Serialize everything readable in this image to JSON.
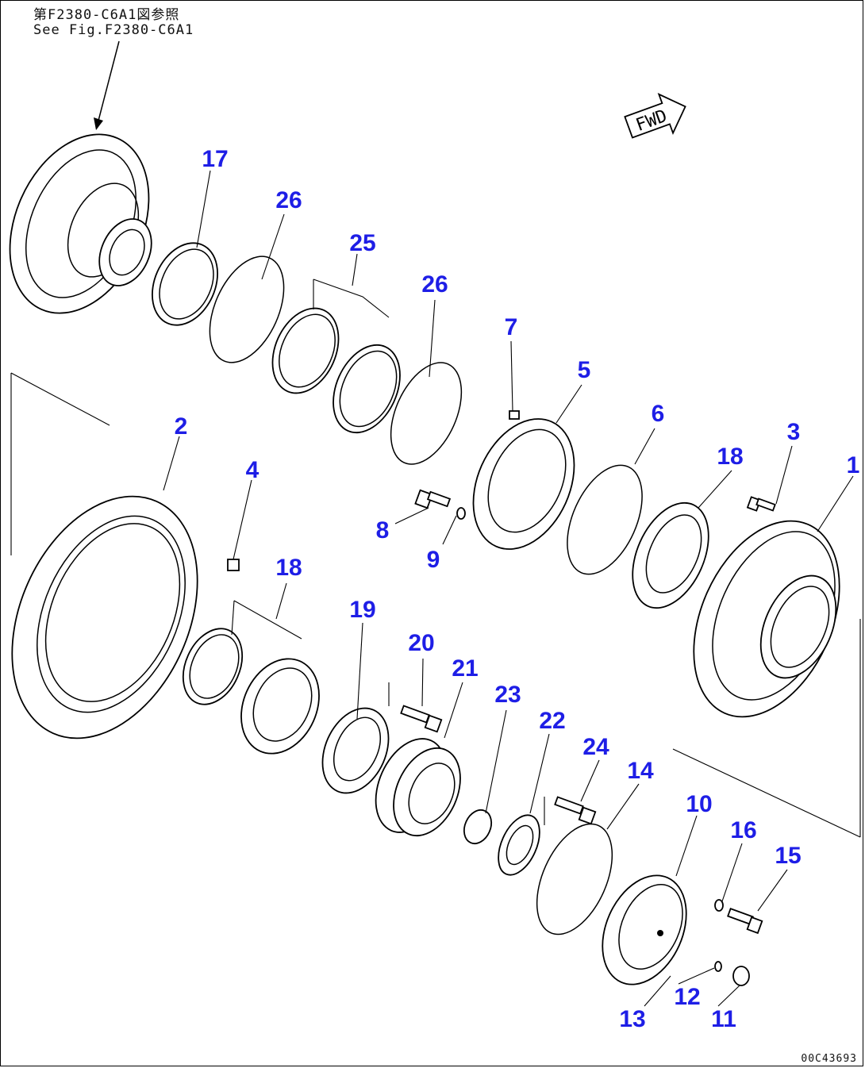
{
  "reference_note": {
    "line1": "第F2380-C6A1図参照",
    "line2": "See Fig.F2380-C6A1"
  },
  "direction_label": "FWD",
  "drawing_code": "00C43693",
  "callout_color": "#1e1ee6",
  "callouts": [
    {
      "id": "17a",
      "text": "17"
    },
    {
      "id": "26a",
      "text": "26"
    },
    {
      "id": "25",
      "text": "25"
    },
    {
      "id": "26b",
      "text": "26"
    },
    {
      "id": "7",
      "text": "7"
    },
    {
      "id": "5",
      "text": "5"
    },
    {
      "id": "2",
      "text": "2"
    },
    {
      "id": "4",
      "text": "4"
    },
    {
      "id": "6",
      "text": "6"
    },
    {
      "id": "18a",
      "text": "18"
    },
    {
      "id": "3",
      "text": "3"
    },
    {
      "id": "1",
      "text": "1"
    },
    {
      "id": "8",
      "text": "8"
    },
    {
      "id": "9",
      "text": "9"
    },
    {
      "id": "18b",
      "text": "18"
    },
    {
      "id": "19",
      "text": "19"
    },
    {
      "id": "20",
      "text": "20"
    },
    {
      "id": "21",
      "text": "21"
    },
    {
      "id": "23",
      "text": "23"
    },
    {
      "id": "22",
      "text": "22"
    },
    {
      "id": "24",
      "text": "24"
    },
    {
      "id": "14",
      "text": "14"
    },
    {
      "id": "10",
      "text": "10"
    },
    {
      "id": "16",
      "text": "16"
    },
    {
      "id": "15",
      "text": "15"
    },
    {
      "id": "12",
      "text": "12"
    },
    {
      "id": "13",
      "text": "13"
    },
    {
      "id": "11",
      "text": "11"
    }
  ]
}
